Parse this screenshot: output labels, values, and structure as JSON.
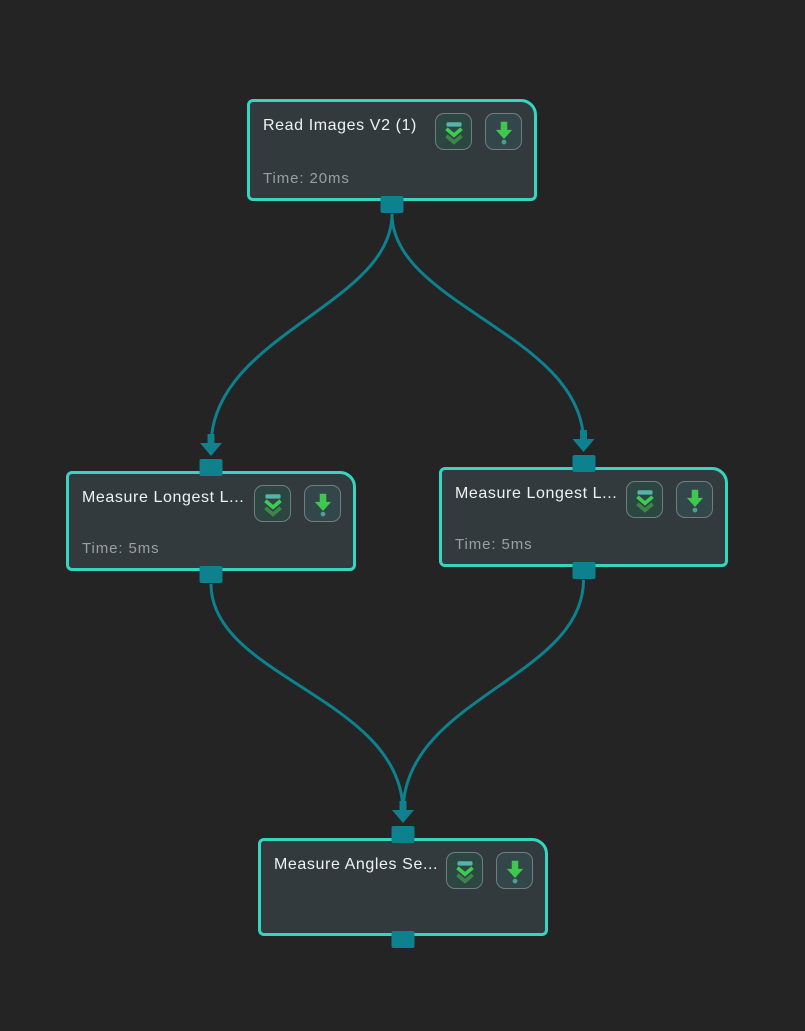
{
  "app": {
    "name": "vision-tool-flow-editor",
    "canvas_background": "#242424",
    "node_fill": "#333a3e",
    "node_border_color": "#34d6c2",
    "edge_color": "#0d818d",
    "title_color": "#eef2f2",
    "time_color": "#9b9fa1",
    "button_icon_green": "#3ec94e",
    "button_icon_teal": "#55b3a9"
  },
  "nodes": [
    {
      "title": "Read Images V2 (1)",
      "time": "Time: 20ms"
    },
    {
      "title": "Measure Longest L...",
      "time": "Time: 5ms"
    },
    {
      "title": "Measure Longest L...",
      "time": "Time: 5ms"
    },
    {
      "title": "Measure Angles Se...",
      "time": ""
    }
  ],
  "node_button_icons": {
    "expand": "double-chevron-down-icon",
    "result": "green-down-arrow-with-dot-icon"
  },
  "edges": [
    {
      "from": "Read Images V2 (1)",
      "to": "Measure Longest L... (left)"
    },
    {
      "from": "Read Images V2 (1)",
      "to": "Measure Longest L... (right)"
    },
    {
      "from": "Measure Longest L... (left)",
      "to": "Measure Angles Se..."
    },
    {
      "from": "Measure Longest L... (right)",
      "to": "Measure Angles Se..."
    }
  ]
}
